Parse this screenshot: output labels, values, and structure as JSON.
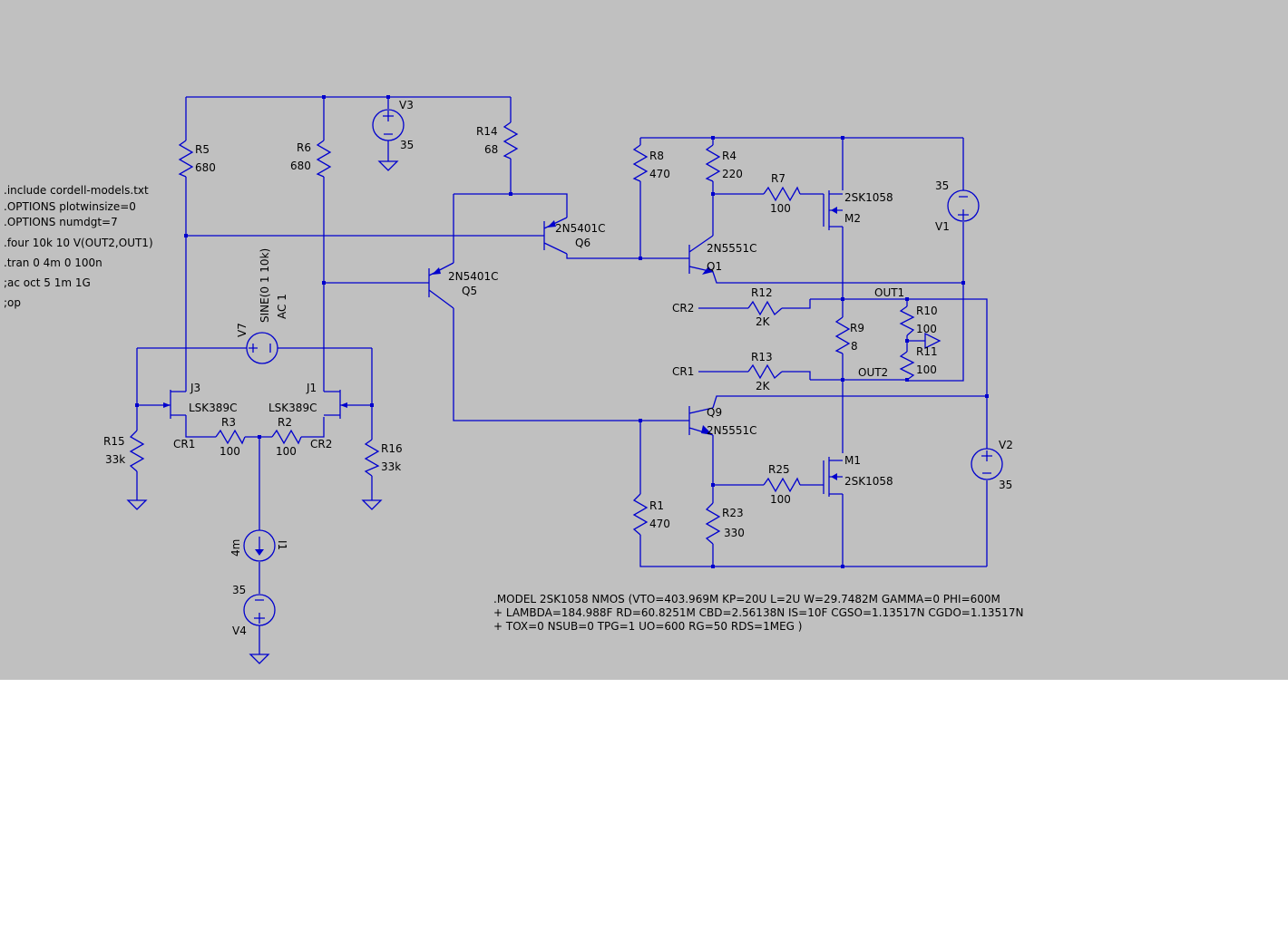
{
  "directives": [
    ".include cordell-models.txt",
    ".OPTIONS plotwinsize=0",
    ".OPTIONS numdgt=7",
    ".four 10k 10 V(OUT2,OUT1)",
    ".tran 0 4m 0 100n",
    ";ac oct 5 1m 1G",
    ";op"
  ],
  "model_lines": [
    ".MODEL 2SK1058 NMOS (VTO=403.969M KP=20U L=2U W=29.7482M GAMMA=0 PHI=600M",
    "+ LAMBDA=184.988F RD=60.8251M CBD=2.56138N IS=10F CGSO=1.13517N CGDO=1.13517N",
    "+ TOX=0 NSUB=0 TPG=1 UO=600 RG=50 RDS=1MEG )"
  ],
  "components": {
    "R5": {
      "name": "R5",
      "value": "680"
    },
    "R6": {
      "name": "R6",
      "value": "680"
    },
    "R14": {
      "name": "R14",
      "value": "68"
    },
    "R8": {
      "name": "R8",
      "value": "470"
    },
    "R4": {
      "name": "R4",
      "value": "220"
    },
    "R7": {
      "name": "R7",
      "value": "100"
    },
    "R12": {
      "name": "R12",
      "value": "2K"
    },
    "R13": {
      "name": "R13",
      "value": "2K"
    },
    "R9": {
      "name": "R9",
      "value": "8"
    },
    "R10": {
      "name": "R10",
      "value": "100"
    },
    "R11": {
      "name": "R11",
      "value": "100"
    },
    "R3": {
      "name": "R3",
      "value": "100"
    },
    "R2": {
      "name": "R2",
      "value": "100"
    },
    "R15": {
      "name": "R15",
      "value": "33k"
    },
    "R16": {
      "name": "R16",
      "value": "33k"
    },
    "R25": {
      "name": "R25",
      "value": "100"
    },
    "R1": {
      "name": "R1",
      "value": "470"
    },
    "R23": {
      "name": "R23",
      "value": "330"
    },
    "V3": {
      "name": "V3",
      "value": "35"
    },
    "V1": {
      "name": "V1",
      "value": "35"
    },
    "V2": {
      "name": "V2",
      "value": "35"
    },
    "V4": {
      "name": "V4",
      "value": "35"
    },
    "V7": {
      "name": "V7",
      "value": "SINE(0 1 10k)",
      "ac": "AC 1"
    },
    "I1": {
      "name": "I1",
      "value": "4m"
    },
    "Q6": {
      "name": "Q6",
      "model": "2N5401C"
    },
    "Q5": {
      "name": "Q5",
      "model": "2N5401C"
    },
    "Q1": {
      "name": "Q1",
      "model": "2N5551C"
    },
    "Q9": {
      "name": "Q9",
      "model": "2N5551C"
    },
    "M2": {
      "name": "M2",
      "model": "2SK1058"
    },
    "M1": {
      "name": "M1",
      "model": "2SK1058"
    },
    "J3": {
      "name": "J3",
      "model": "LSK389C"
    },
    "J1": {
      "name": "J1",
      "model": "LSK389C"
    }
  },
  "nets": {
    "OUT1": "OUT1",
    "OUT2": "OUT2",
    "CR1": "CR1",
    "CR2": "CR2"
  },
  "colors": {
    "background": "#c0c0c0",
    "wire": "#0000cd",
    "text": "#000000"
  }
}
